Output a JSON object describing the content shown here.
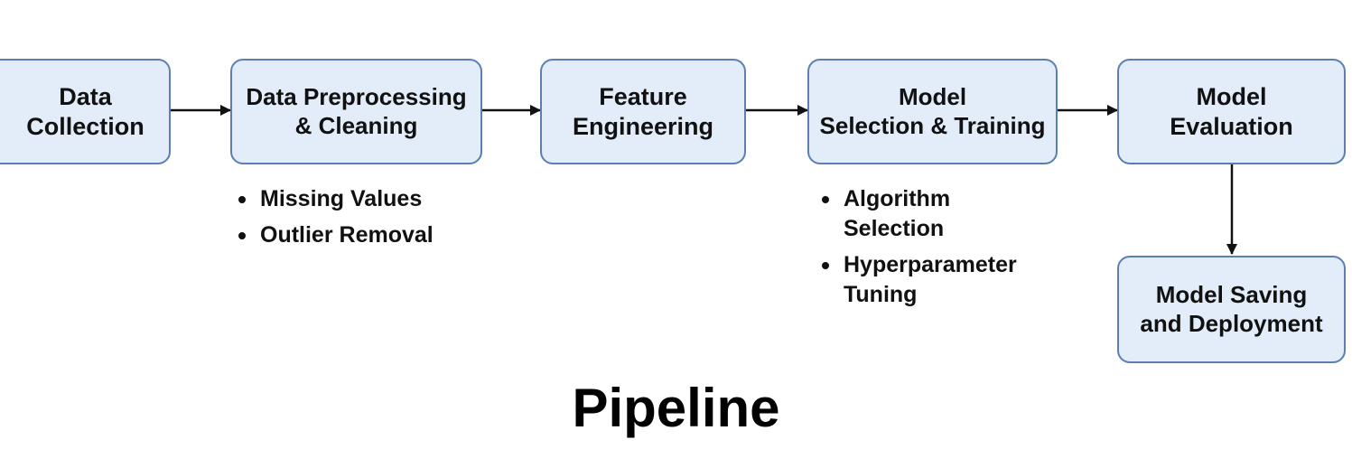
{
  "diagram": {
    "nodes": [
      {
        "id": "data-collection",
        "label": "Data\nCollection"
      },
      {
        "id": "data-preprocessing",
        "label": "Data Preprocessing\n& Cleaning"
      },
      {
        "id": "feature-engineering",
        "label": "Feature\nEngineering"
      },
      {
        "id": "model-selection",
        "label": "Model\nSelection & Training"
      },
      {
        "id": "model-evaluation",
        "label": "Model\nEvaluation"
      },
      {
        "id": "model-saving",
        "label": "Model Saving\nand Deployment"
      }
    ],
    "edges": [
      {
        "from": "data-collection",
        "to": "data-preprocessing"
      },
      {
        "from": "data-preprocessing",
        "to": "feature-engineering"
      },
      {
        "from": "feature-engineering",
        "to": "model-selection"
      },
      {
        "from": "model-selection",
        "to": "model-evaluation"
      },
      {
        "from": "model-evaluation",
        "to": "model-saving"
      }
    ],
    "preprocessing_notes": [
      "Missing Values",
      "Outlier Removal"
    ],
    "training_notes": [
      "Algorithm\nSelection",
      "Hyperparameter\nTuning"
    ]
  },
  "title": "Pipeline",
  "colors": {
    "box_fill": "#e3edfa",
    "box_border": "#5c7fb3",
    "arrow": "#111111",
    "text": "#111111"
  }
}
